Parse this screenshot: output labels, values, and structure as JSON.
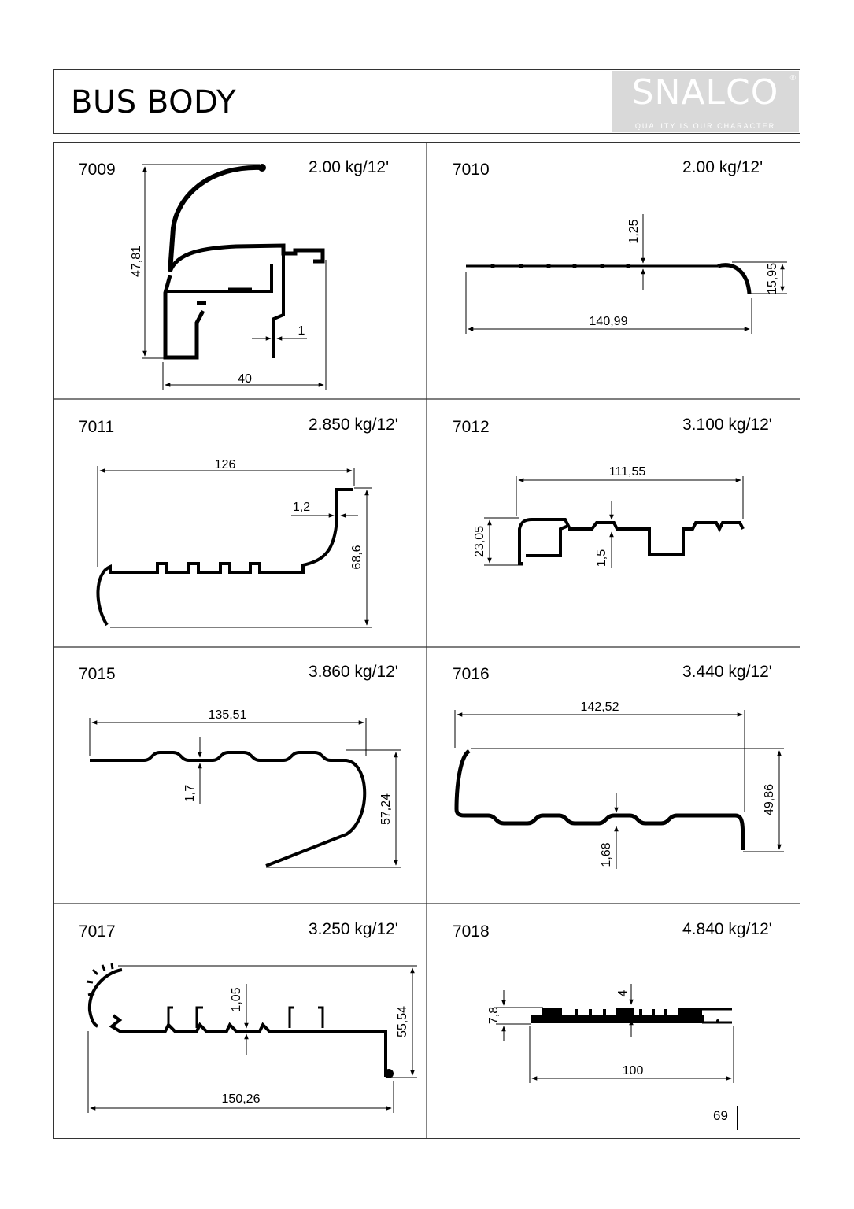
{
  "header": {
    "title": "BUS BODY",
    "logo": {
      "name": "SNALCO",
      "tagline": "QUALITY IS OUR CHARACTER",
      "registered": "®"
    }
  },
  "profiles": [
    {
      "code": "7009",
      "weight": "2.00 kg/12'",
      "dims": {
        "height": "47,81",
        "width": "40",
        "thickness": "1"
      }
    },
    {
      "code": "7010",
      "weight": "2.00 kg/12'",
      "dims": {
        "thickness": "1,25",
        "height": "15,95",
        "width": "140,99"
      }
    },
    {
      "code": "7011",
      "weight": "2.850 kg/12'",
      "dims": {
        "width": "126",
        "thickness": "1,2",
        "height": "68,6"
      }
    },
    {
      "code": "7012",
      "weight": "3.100 kg/12'",
      "dims": {
        "width": "111,55",
        "height": "23,05",
        "thickness": "1,5"
      }
    },
    {
      "code": "7015",
      "weight": "3.860 kg/12'",
      "dims": {
        "width": "135,51",
        "thickness": "1,7",
        "height": "57,24"
      }
    },
    {
      "code": "7016",
      "weight": "3.440 kg/12'",
      "dims": {
        "width": "142,52",
        "height": "49,86",
        "thickness": "1,68"
      }
    },
    {
      "code": "7017",
      "weight": "3.250 kg/12'",
      "dims": {
        "thickness": "1,05",
        "height": "55,54",
        "width": "150,26"
      }
    },
    {
      "code": "7018",
      "weight": "4.840 kg/12'",
      "dims": {
        "thickness": "4",
        "height": "7,8",
        "width": "100"
      }
    }
  ],
  "page_number": "69"
}
